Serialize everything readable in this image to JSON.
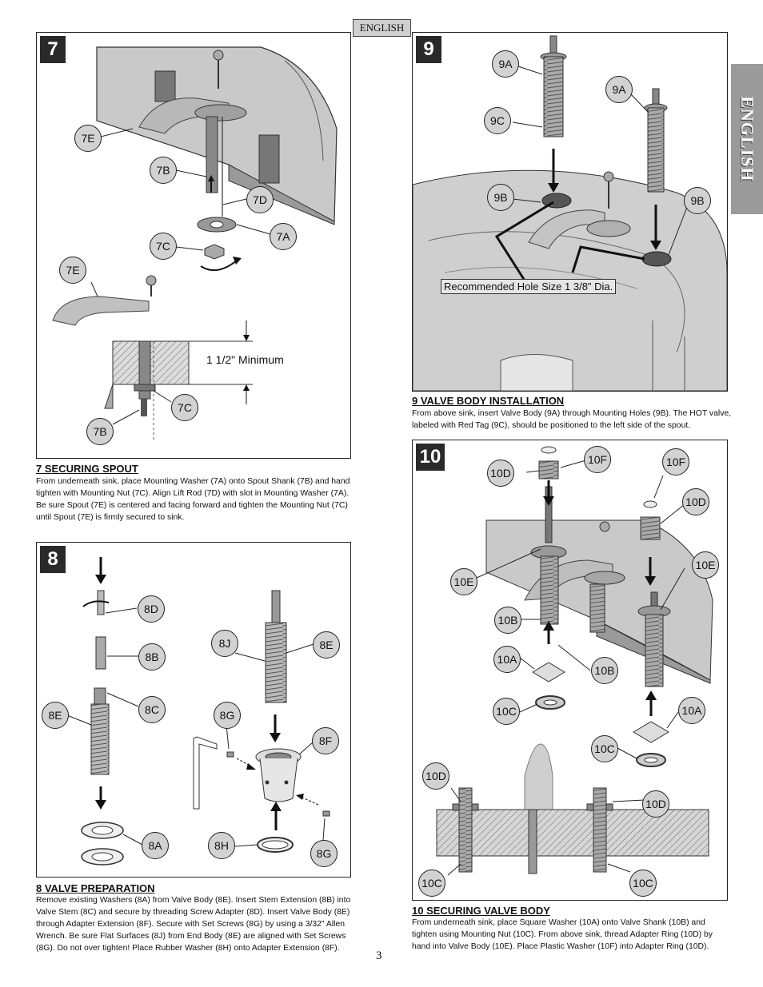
{
  "header": {
    "language_label": "ENGLISH"
  },
  "side_tab": {
    "label": "ENGLISH"
  },
  "page_number": "3",
  "step7": {
    "number": "7",
    "callouts": {
      "7E_top": "7E",
      "7B_top": "7B",
      "7D": "7D",
      "7A": "7A",
      "7C_top": "7C",
      "7E_mid": "7E",
      "7C_bot": "7C",
      "7B_bot": "7B"
    },
    "dimension_text": "1 1/2\" Minimum",
    "title": "7   SECURING SPOUT",
    "body": "From underneath sink, place Mounting Washer (7A) onto Spout Shank (7B) and hand tighten with Mounting Nut (7C).  Align Lift Rod (7D) with slot in Mounting Washer (7A). Be sure Spout (7E) is centered and facing forward and tighten the Mounting Nut (7C) until Spout (7E) is firmly secured to sink."
  },
  "step8": {
    "number": "8",
    "callouts": {
      "8D": "8D",
      "8B": "8B",
      "8C": "8C",
      "8E_left": "8E",
      "8A": "8A",
      "8J": "8J",
      "8E_right": "8E",
      "8G_top": "8G",
      "8F": "8F",
      "8H": "8H",
      "8G_bot": "8G"
    },
    "title": "8   VALVE PREPARATION",
    "body": "Remove existing Washers (8A) from Valve Body (8E).  Insert Stem Extension (8B) into Valve Stem (8C) and secure by threading Screw Adapter (8D).  Insert Valve Body (8E) through Adapter Extension (8F).  Secure with Set Screws (8G) by using a 3/32\" Allen Wrench.  Be sure Flat Surfaces (8J) from End Body (8E) are aligned with Set Screws (8G). Do not over tighten!  Place Rubber Washer (8H) onto Adapter Extension (8F)."
  },
  "step9": {
    "number": "9",
    "callouts": {
      "9A_left": "9A",
      "9A_right": "9A",
      "9C": "9C",
      "9B_left": "9B",
      "9B_right": "9B"
    },
    "hole_note": "Recommended Hole Size 1 3/8\" Dia.",
    "title": "9   VALVE BODY INSTALLATION",
    "body": "From above sink, insert Valve Body (9A) through Mounting Holes (9B). The HOT valve, labeled with Red Tag (9C), should be positioned to the left side of the spout."
  },
  "step10": {
    "number": "10",
    "callouts": {
      "10F_a": "10F",
      "10D_a": "10D",
      "10F_b": "10F",
      "10D_b": "10D",
      "10E_a": "10E",
      "10E_b": "10E",
      "10B_a": "10B",
      "10A_a": "10A",
      "10B_b": "10B",
      "10C_a": "10C",
      "10A_b": "10A",
      "10C_b": "10C",
      "10D_c": "10D",
      "10D_d": "10D",
      "10C_c": "10C",
      "10C_d": "10C"
    },
    "title": "10   SECURING VALVE BODY",
    "body": "From underneath sink, place Square Washer (10A) onto Valve Shank (10B) and tighten using Mounting Nut (10C).  From above sink, thread Adapter Ring (10D) by hand into Valve Body (10E).  Place Plastic Washer (10F) into Adapter Ring (10D)."
  }
}
